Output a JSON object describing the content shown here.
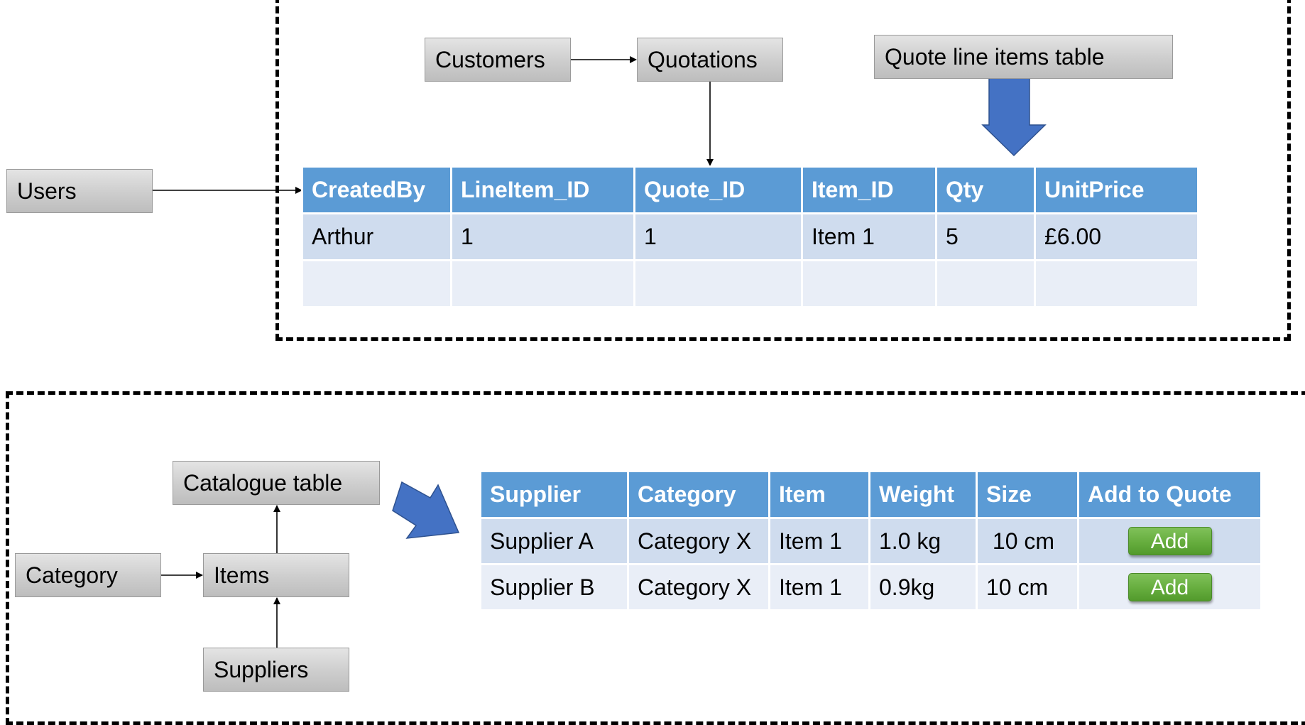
{
  "quote_section": {
    "entities": {
      "customers": "Customers",
      "quotations": "Quotations",
      "quote_line_items": "Quote line items table",
      "users": "Users"
    },
    "table": {
      "headers": [
        "CreatedBy",
        "LineItem_ID",
        "Quote_ID",
        "Item_ID",
        "Qty",
        "UnitPrice"
      ],
      "rows": [
        [
          "Arthur",
          "1",
          "1",
          "Item 1",
          "5",
          "£6.00"
        ],
        [
          "",
          "",
          "",
          "",
          "",
          ""
        ]
      ]
    }
  },
  "catalogue_section": {
    "entities": {
      "catalogue": "Catalogue table",
      "category": "Category",
      "items": "Items",
      "suppliers": "Suppliers"
    },
    "table": {
      "headers": [
        "Supplier",
        "Category",
        "Item",
        "Weight",
        "Size",
        "Add to Quote"
      ],
      "rows": [
        {
          "supplier": "Supplier A",
          "category": "Category X",
          "item": "Item 1",
          "weight": "1.0 kg",
          "size": " 10 cm",
          "action": "Add"
        },
        {
          "supplier": "Supplier B",
          "category": "Category X",
          "item": "Item 1",
          "weight": "0.9kg",
          "size": "10 cm",
          "action": "Add"
        }
      ]
    }
  },
  "colors": {
    "header_blue": "#5b9bd5",
    "row_light": "#cfdcee",
    "row_lighter": "#e9eef7",
    "block_arrow": "#4472c4",
    "button_green": "#66ad3e"
  }
}
